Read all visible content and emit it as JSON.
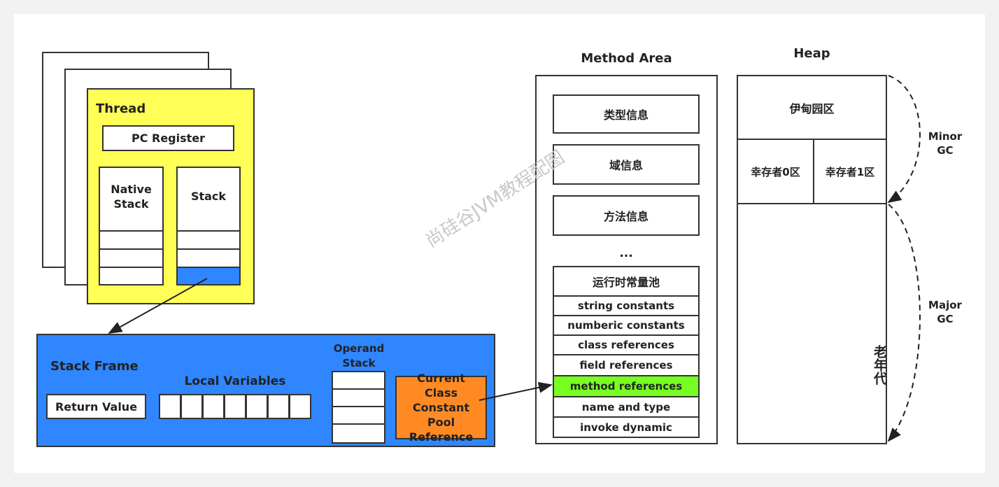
{
  "thread": {
    "title": "Thread",
    "pc_register": "PC Register",
    "native_stack": "Native Stack",
    "stack": "Stack"
  },
  "stack_frame": {
    "title": "Stack Frame",
    "return_value": "Return Value",
    "local_variables": "Local Variables",
    "operand_stack": "Operand Stack",
    "constant_pool_ref": "Current Class Constant Pool Reference"
  },
  "method_area": {
    "title": "Method Area",
    "items": [
      "类型信息",
      "域信息",
      "方法信息"
    ],
    "ellipsis": "...",
    "runtime_pool": {
      "title": "运行时常量池",
      "rows": [
        "string constants",
        "numberic constants",
        "class references",
        "field references",
        "method references",
        "name and type",
        "invoke dynamic"
      ]
    }
  },
  "heap": {
    "title": "Heap",
    "eden": "伊甸园区",
    "survivor0": "幸存者0区",
    "survivor1": "幸存者1区",
    "old": "老年代",
    "minor_gc": "Minor GC",
    "major_gc": "Major GC"
  },
  "watermark": "尚硅谷JVM教程配图",
  "colors": {
    "yellow": "#ffff55",
    "blue": "#2f86ff",
    "orange": "#ff8a24",
    "green": "#77ff22"
  }
}
